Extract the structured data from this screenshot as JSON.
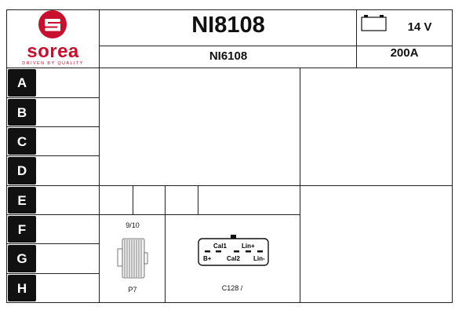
{
  "brand": {
    "name": "sorea",
    "tagline": "DRIVEN BY QUALITY",
    "color": "#c8102e",
    "icon": "sorea-logo-icon"
  },
  "header": {
    "part_number": "NI8108",
    "alt_reference": "NI6108",
    "voltage": "14 V",
    "amperage": "200A",
    "battery_icon": "battery-icon"
  },
  "rows": [
    "A",
    "B",
    "C",
    "D",
    "E",
    "F",
    "G",
    "H"
  ],
  "pulley": {
    "grooves": "9/10",
    "code": "P7",
    "icon": "pulley-icon"
  },
  "connector": {
    "code": "C128 /",
    "icon": "connector-icon",
    "pins_top": [
      "Cal1",
      "Lin+"
    ],
    "pins_bottom": [
      "B+",
      "Cal2",
      "Lin-"
    ]
  }
}
